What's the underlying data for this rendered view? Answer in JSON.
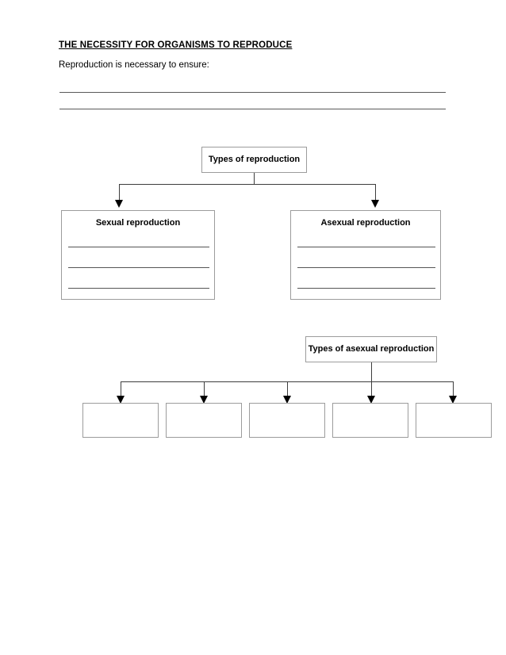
{
  "document": {
    "title": "THE NECESSITY FOR ORGANISMS TO REPRODUCE",
    "intro": "Reproduction is necessary to ensure:",
    "answer_lines": [
      "",
      ""
    ]
  },
  "diagram_top": {
    "root": {
      "label": "Types of reproduction"
    },
    "branches": [
      {
        "label": "Sexual reproduction",
        "answer_lines": [
          "",
          "",
          ""
        ]
      },
      {
        "label": "Asexual reproduction",
        "answer_lines": [
          "",
          "",
          ""
        ]
      }
    ]
  },
  "diagram_bottom": {
    "root": {
      "label": "Types of asexual reproduction"
    },
    "branches": [
      {
        "label": ""
      },
      {
        "label": ""
      },
      {
        "label": ""
      },
      {
        "label": ""
      },
      {
        "label": ""
      }
    ]
  }
}
